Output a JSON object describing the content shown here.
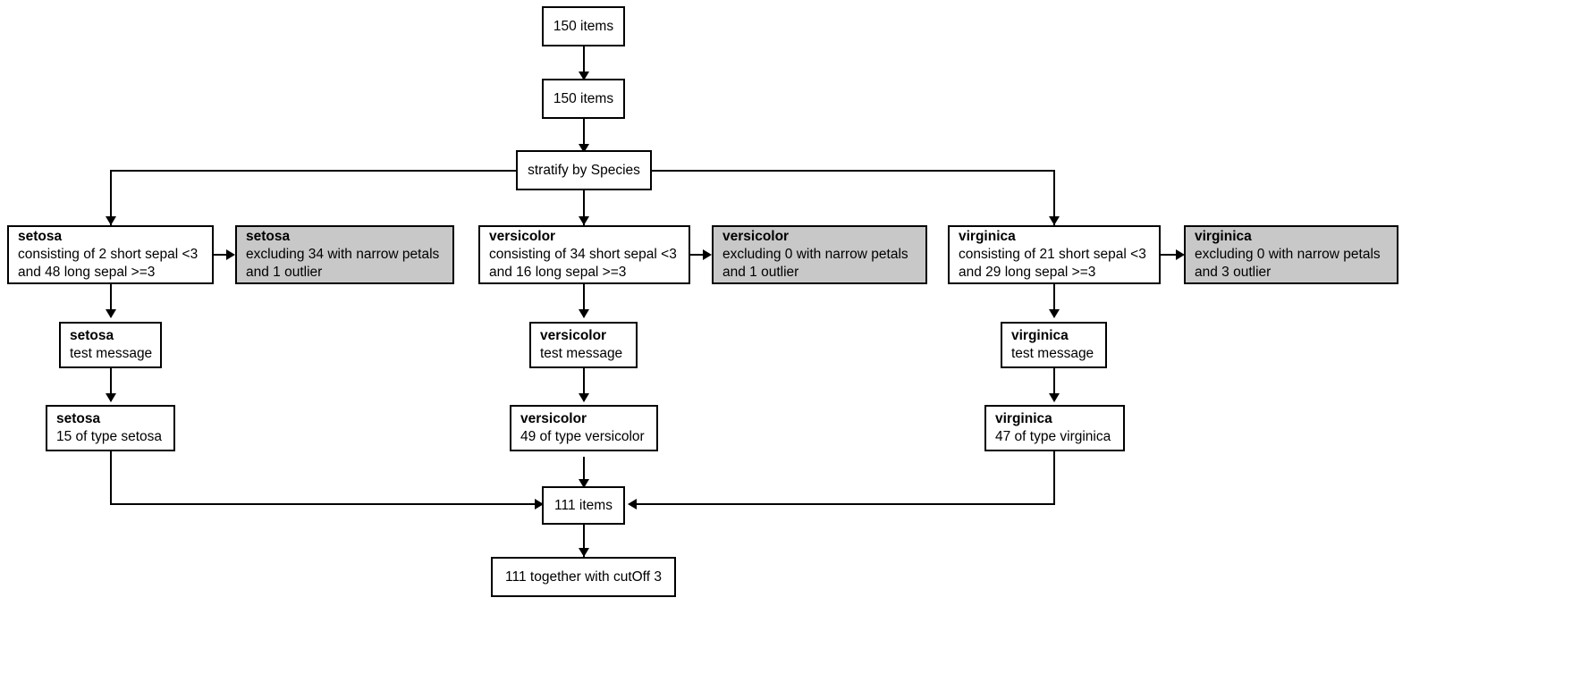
{
  "diagram": {
    "type": "consort-flowchart",
    "colors": {
      "node_fill": "#ffffff",
      "excluded_fill": "#c8c8c8",
      "stroke": "#000000",
      "background": "#ffffff"
    },
    "nodes": {
      "start": {
        "text": "150 items"
      },
      "second": {
        "text": "150 items"
      },
      "stratify": {
        "text": "stratify by Species"
      },
      "setosa_main": {
        "title": "setosa",
        "line1": "consisting of 2 short sepal <3",
        "line2": "and 48 long sepal >=3"
      },
      "setosa_excluded": {
        "title": "setosa",
        "line1": "excluding 34 with narrow petals",
        "line2": "and 1 outlier"
      },
      "versicolor_main": {
        "title": "versicolor",
        "line1": "consisting of 34 short sepal <3",
        "line2": "and 16 long sepal >=3"
      },
      "versicolor_excluded": {
        "title": "versicolor",
        "line1": "excluding 0 with narrow petals",
        "line2": "and 1 outlier"
      },
      "virginica_main": {
        "title": "virginica",
        "line1": "consisting of 21 short sepal <3",
        "line2": "and 29 long sepal >=3"
      },
      "virginica_excluded": {
        "title": "virginica",
        "line1": "excluding 0 with narrow petals",
        "line2": "and 3 outlier"
      },
      "setosa_test": {
        "title": "setosa",
        "line1": "test message"
      },
      "versicolor_test": {
        "title": "versicolor",
        "line1": "test message"
      },
      "virginica_test": {
        "title": "virginica",
        "line1": "test message"
      },
      "setosa_count": {
        "title": "setosa",
        "line1": "15 of type setosa"
      },
      "versicolor_count": {
        "title": "versicolor",
        "line1": "49 of type versicolor"
      },
      "virginica_count": {
        "title": "virginica",
        "line1": "47 of type virginica"
      },
      "merge": {
        "text": "111 items"
      },
      "final": {
        "text": "111 together with cutOff 3"
      }
    }
  }
}
